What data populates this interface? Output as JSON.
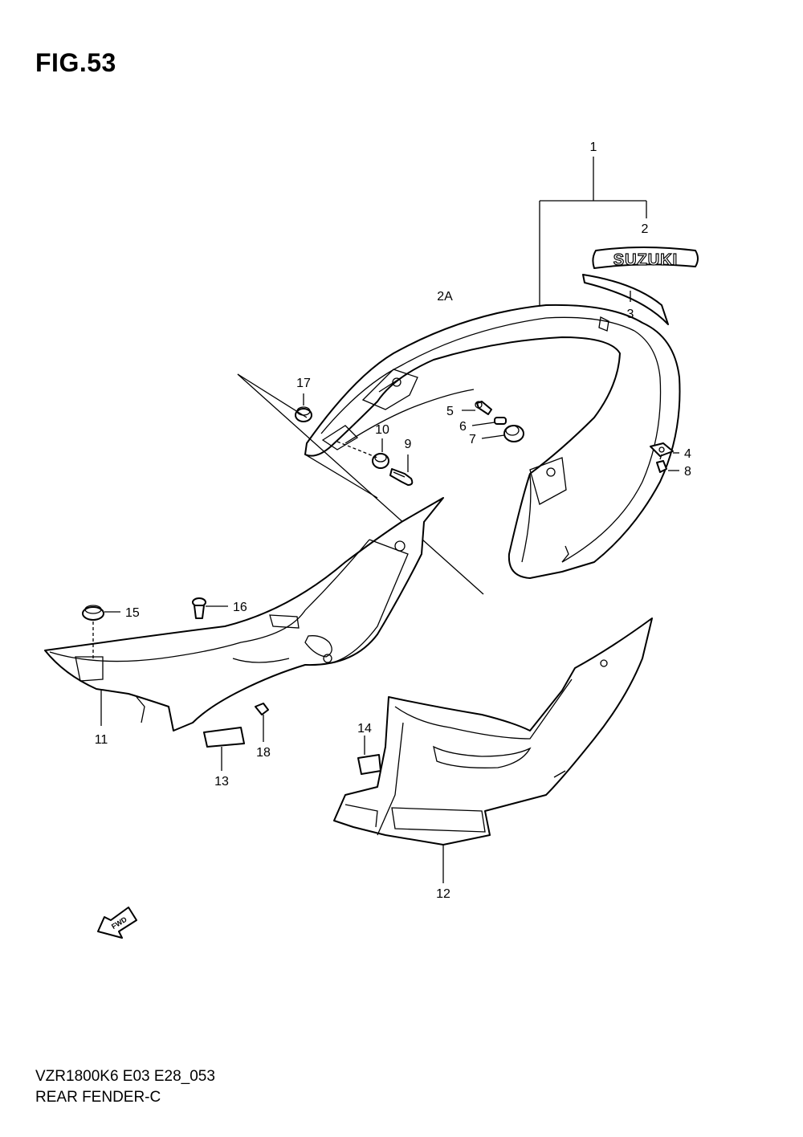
{
  "figure": {
    "title": "FIG.53"
  },
  "footer": {
    "model_code": "VZR1800K6 E03 E28_053",
    "section_name": "REAR FENDER-C"
  },
  "emblem": {
    "text": "SUZUKI"
  },
  "direction_arrow": {
    "text": "FWD"
  },
  "callouts": {
    "c1": "1",
    "c2": "2",
    "c2a": "2A",
    "c3": "3",
    "c4": "4",
    "c5": "5",
    "c6": "6",
    "c7": "7",
    "c8": "8",
    "c9": "9",
    "c10": "10",
    "c11": "11",
    "c12": "12",
    "c13": "13",
    "c14": "14",
    "c15": "15",
    "c16": "16",
    "c17": "17",
    "c18": "18"
  }
}
